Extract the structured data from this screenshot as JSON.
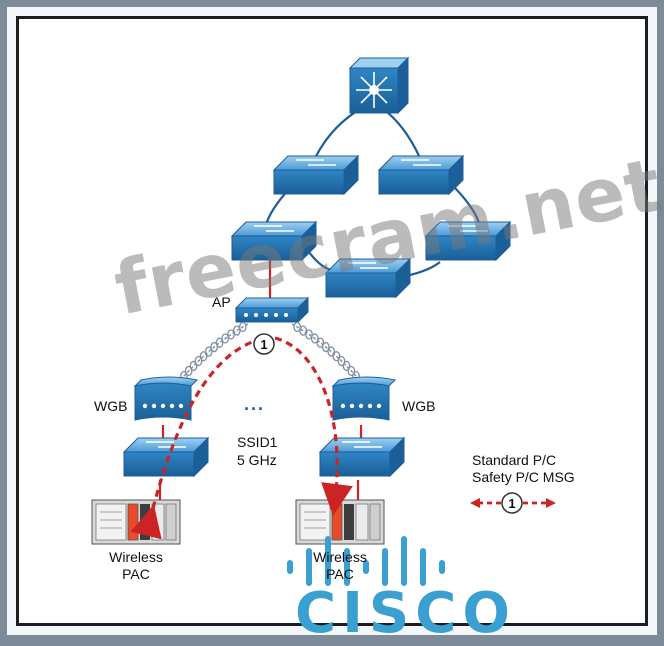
{
  "labels": {
    "ap": "AP",
    "wgb_left": "WGB",
    "wgb_right": "WGB",
    "ssid_line1": "SSID1",
    "ssid_line2": "5 GHz",
    "dots": "...",
    "pac_left_line1": "Wireless",
    "pac_left_line2": "PAC",
    "pac_right_line1": "Wireless",
    "pac_right_line2": "PAC",
    "legend_line1": "Standard P/C",
    "legend_line2": "Safety P/C MSG",
    "flow_marker": "1",
    "legend_marker": "1"
  },
  "watermark": "freecram.net",
  "logo_text": "CISCO",
  "colors": {
    "device_blue": "#2f86c4",
    "device_top": "#6fb3e3",
    "ring_line": "#1e5c9c",
    "uplink_red": "#d32222",
    "flow_red": "#cc2424",
    "cisco_blue": "#3aa0d2"
  }
}
